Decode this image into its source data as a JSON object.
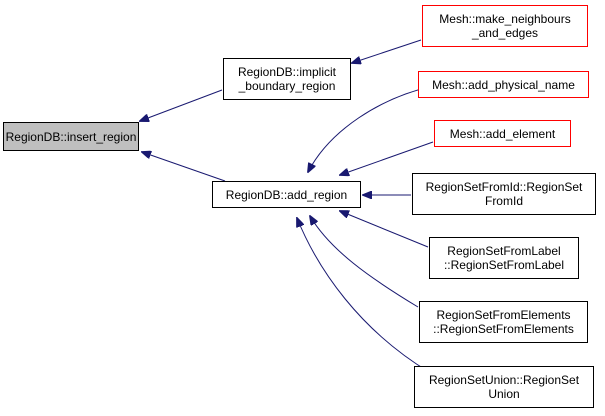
{
  "colors": {
    "edge": "#191970",
    "border_default": "#000000",
    "border_red": "#ff0000",
    "focus_fill": "#bfbfbf"
  },
  "nodes": {
    "insert_region": {
      "line1": "RegionDB::insert_region",
      "line2": ""
    },
    "implicit_boundary_region": {
      "line1": "RegionDB::implicit",
      "line2": "_boundary_region"
    },
    "make_neighbours_and_edges": {
      "line1": "Mesh::make_neighbours",
      "line2": "_and_edges"
    },
    "add_region": {
      "line1": "RegionDB::add_region",
      "line2": ""
    },
    "add_physical_name": {
      "line1": "Mesh::add_physical_name",
      "line2": ""
    },
    "add_element": {
      "line1": "Mesh::add_element",
      "line2": ""
    },
    "region_set_from_id": {
      "line1": "RegionSetFromId::RegionSet",
      "line2": "FromId"
    },
    "region_set_from_label": {
      "line1": "RegionSetFromLabel",
      "line2": "::RegionSetFromLabel"
    },
    "region_set_from_elements": {
      "line1": "RegionSetFromElements",
      "line2": "::RegionSetFromElements"
    },
    "region_set_union": {
      "line1": "RegionSetUnion::RegionSet",
      "line2": "Union"
    }
  }
}
